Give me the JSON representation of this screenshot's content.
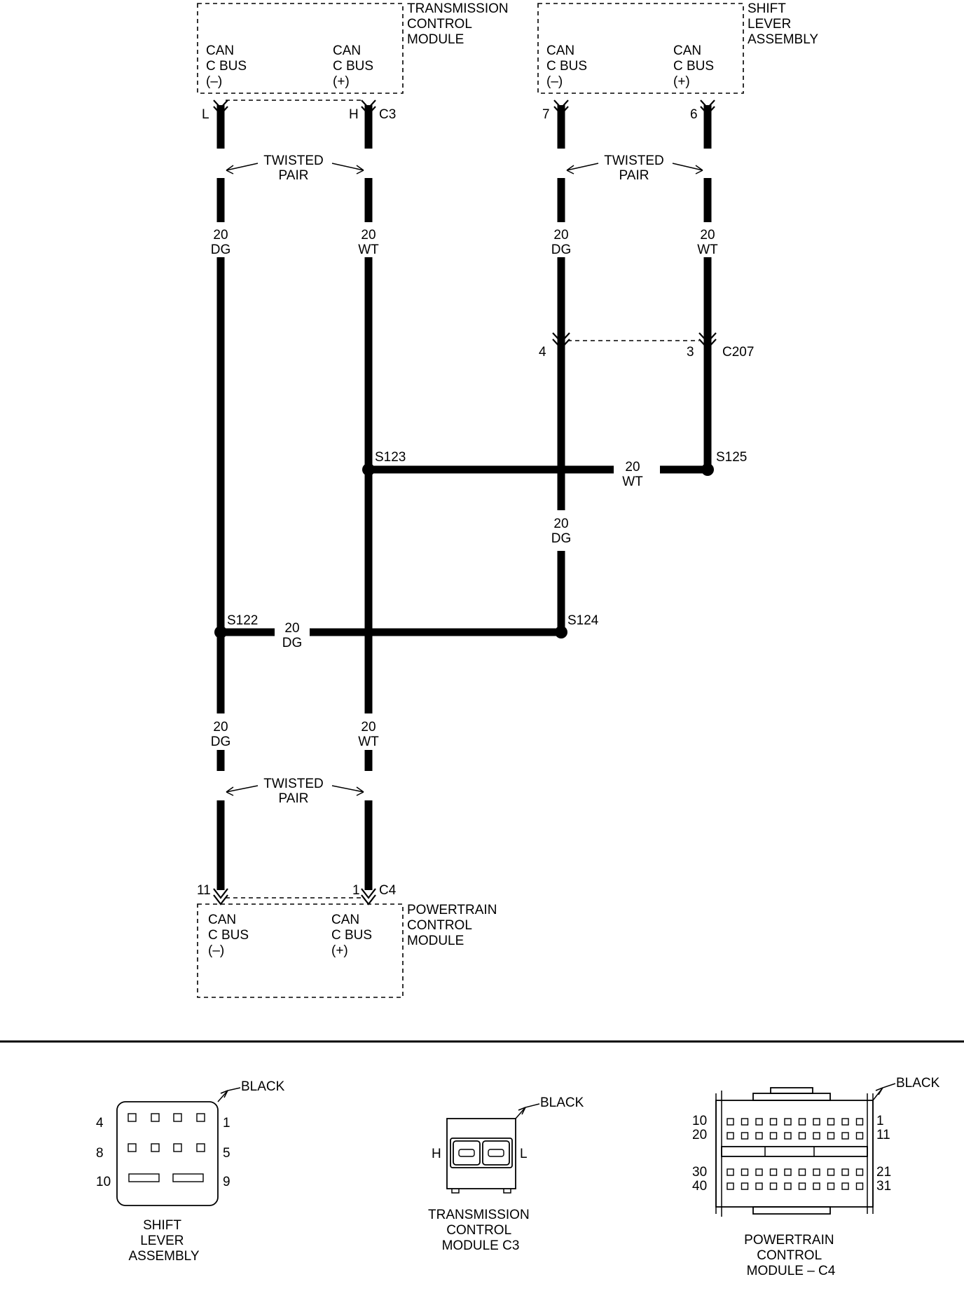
{
  "modules": {
    "tcm": {
      "title_lines": [
        "TRANSMISSION",
        "CONTROL",
        "MODULE"
      ],
      "left_lines": [
        "CAN",
        "C BUS",
        "(–)"
      ],
      "right_lines": [
        "CAN",
        "C BUS",
        "(+)"
      ],
      "pin_left": "L",
      "pin_right": "H",
      "connector": "C3"
    },
    "sla": {
      "title_lines": [
        "SHIFT",
        "LEVER",
        "ASSEMBLY"
      ],
      "left_lines": [
        "CAN",
        "C BUS",
        "(–)"
      ],
      "right_lines": [
        "CAN",
        "C BUS",
        "(+)"
      ],
      "pin_left": "7",
      "pin_right": "6"
    },
    "pcm": {
      "title_lines": [
        "POWERTRAIN",
        "CONTROL",
        "MODULE"
      ],
      "left_lines": [
        "CAN",
        "C BUS",
        "(–)"
      ],
      "right_lines": [
        "CAN",
        "C BUS",
        "(+)"
      ],
      "pin_left": "11",
      "pin_right": "1",
      "connector": "C4"
    }
  },
  "twisted_pair": [
    "TWISTED",
    "PAIR"
  ],
  "wire_labels": {
    "tcm_left": [
      "20",
      "DG"
    ],
    "tcm_right": [
      "20",
      "WT"
    ],
    "sla_left": [
      "20",
      "DG"
    ],
    "sla_right": [
      "20",
      "WT"
    ],
    "s123_s125": [
      "20",
      "WT"
    ],
    "mid_dg": [
      "20",
      "DG"
    ],
    "s122_s124": [
      "20",
      "DG"
    ],
    "pcm_left": [
      "20",
      "DG"
    ],
    "pcm_right": [
      "20",
      "WT"
    ]
  },
  "inline_connector": {
    "name": "C207",
    "pin_left": "4",
    "pin_right": "3"
  },
  "splices": {
    "s122": "S122",
    "s123": "S123",
    "s124": "S124",
    "s125": "S125"
  },
  "connector_views": {
    "shift_lever": {
      "color": "BLACK",
      "pin_labels": {
        "r1_left": "4",
        "r1_right": "1",
        "r2_left": "8",
        "r2_right": "5",
        "r3_left": "10",
        "r3_right": "9"
      },
      "caption": [
        "SHIFT",
        "LEVER",
        "ASSEMBLY"
      ]
    },
    "tcm_c3": {
      "color": "BLACK",
      "pin_labels": {
        "left": "H",
        "right": "L"
      },
      "caption": [
        "TRANSMISSION",
        "CONTROL",
        "MODULE C3"
      ]
    },
    "pcm_c4": {
      "color": "BLACK",
      "pin_labels": {
        "r1_left": "10",
        "r1_right": "1",
        "r2_left": "20",
        "r2_right": "11",
        "r3_left": "30",
        "r3_right": "21",
        "r4_left": "40",
        "r4_right": "31"
      },
      "caption": [
        "POWERTRAIN",
        "CONTROL",
        "MODULE – C4"
      ]
    }
  }
}
